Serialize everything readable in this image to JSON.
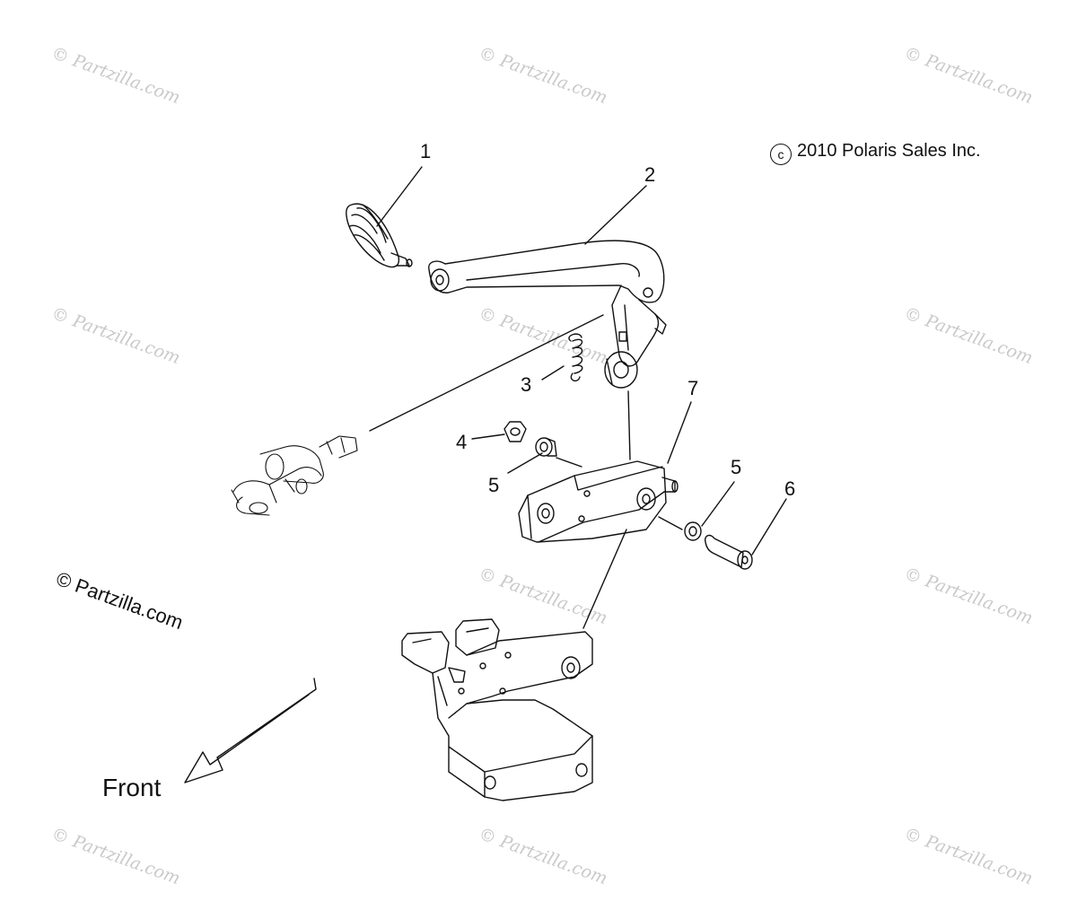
{
  "copyright": {
    "symbol": "c",
    "text": "2010 Polaris Sales Inc."
  },
  "front_label": "Front",
  "watermark": "© Partzilla.com",
  "callouts": [
    "1",
    "2",
    "3",
    "4",
    "5",
    "5",
    "6",
    "7"
  ],
  "colors": {
    "line": "#111111",
    "watermark": "#c9c9c9"
  }
}
